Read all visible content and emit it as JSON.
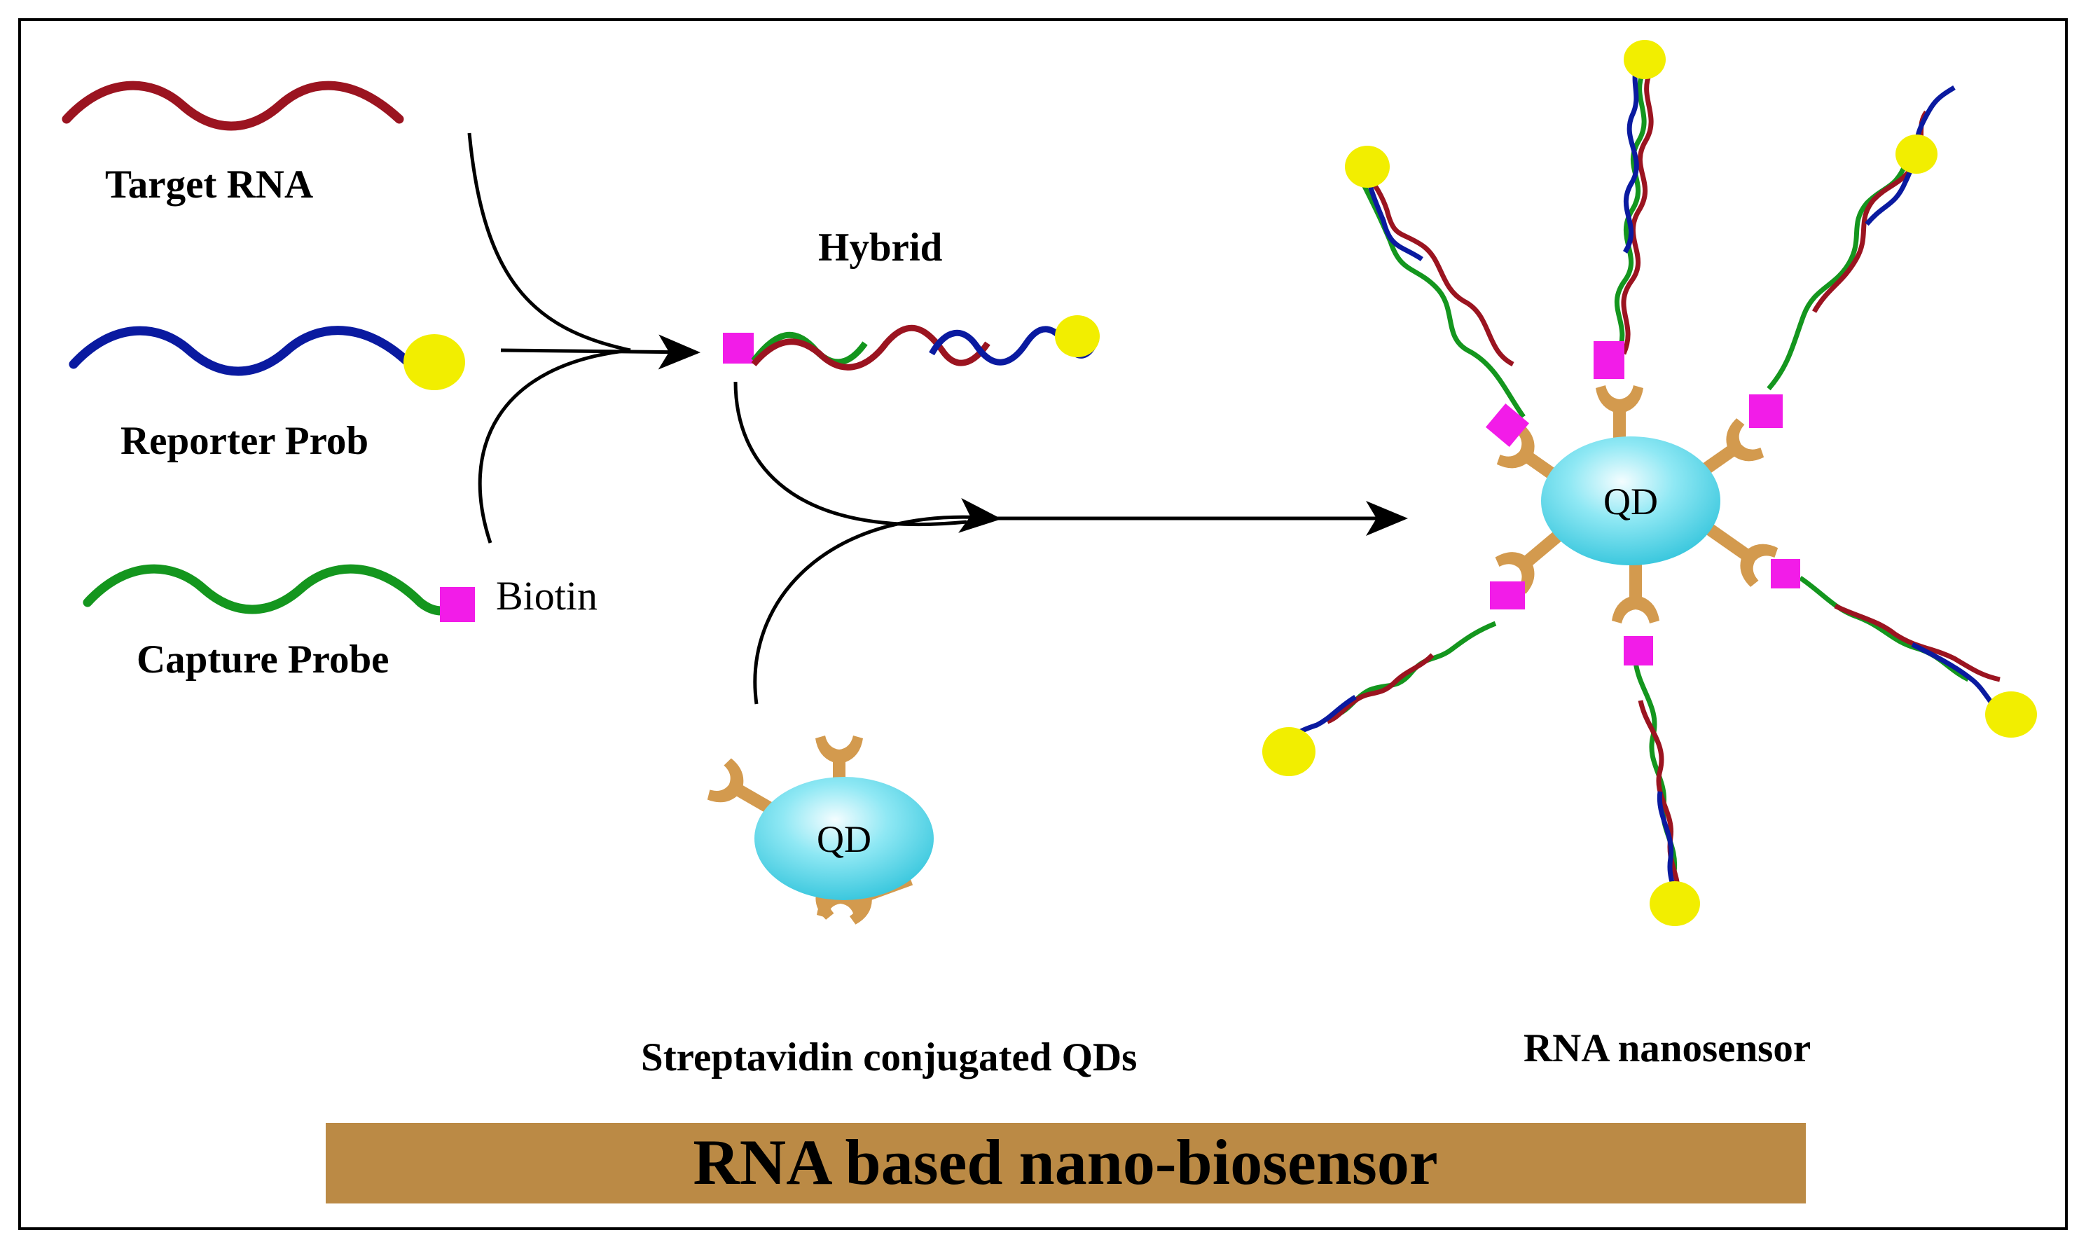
{
  "title": "RNA based nano-biosensor",
  "legend": {
    "target_rna": "Target RNA",
    "reporter_probe": "Reporter Prob",
    "capture_probe": "Capture Probe",
    "biotin": "Biotin"
  },
  "hybrid_label": "Hybrid",
  "qd_label": "QD",
  "streptavidin_qds_label": "Streptavidin conjugated QDs",
  "nanosensor_label": "RNA nanosensor",
  "colors": {
    "target_rna": "#9b1420",
    "reporter_probe": "#0a1aa0",
    "capture_probe": "#14961e",
    "biotin": "#f21ce8",
    "reporter_dye": "#f2ee00",
    "streptavidin": "#d39a4e",
    "qd_core": "#4fd6ea",
    "title_bar": "#bb8a45",
    "arrows": "#000000"
  }
}
